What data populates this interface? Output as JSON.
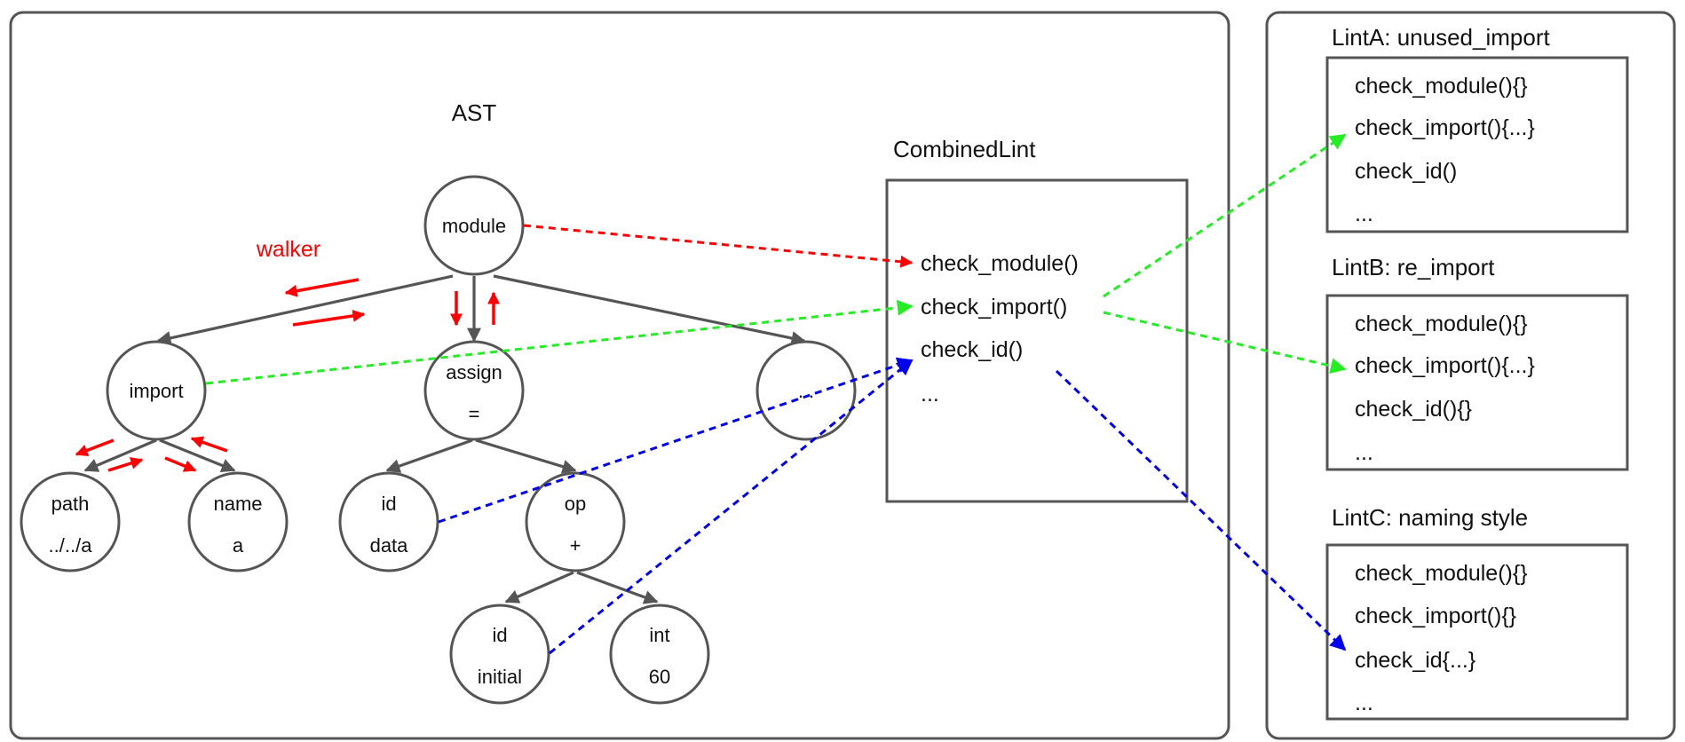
{
  "ast_panel": {
    "title": "AST",
    "walker_label": "walker",
    "nodes": {
      "module": {
        "label": "module"
      },
      "import": {
        "label": "import"
      },
      "assign": {
        "label": "assign",
        "value": "="
      },
      "more": {
        "label": "..."
      },
      "path": {
        "label": "path",
        "value": "../../a"
      },
      "name": {
        "label": "name",
        "value": "a"
      },
      "id_data": {
        "label": "id",
        "value": "data"
      },
      "op": {
        "label": "op",
        "value": "+"
      },
      "id_initial": {
        "label": "id",
        "value": "initial"
      },
      "int": {
        "label": "int",
        "value": "60"
      }
    }
  },
  "combined_lint": {
    "title": "CombinedLint",
    "methods": [
      "check_module()",
      "check_import()",
      "check_id()",
      "..."
    ]
  },
  "lints": [
    {
      "title": "LintA:  unused_import",
      "methods": [
        "check_module(){}",
        "check_import(){...}",
        "check_id()",
        "..."
      ]
    },
    {
      "title": "LintB: re_import",
      "methods": [
        "check_module(){}",
        "check_import(){...}",
        "check_id(){}",
        "..."
      ]
    },
    {
      "title": "LintC: naming style",
      "methods": [
        "check_module(){}",
        "check_import(){}",
        "check_id{...}",
        "..."
      ]
    }
  ],
  "colors": {
    "walker": "#ff0000",
    "module_dispatch": "#ff0000",
    "import_dispatch": "#22ee22",
    "id_dispatch": "#0000ee",
    "stroke": "#555555"
  }
}
